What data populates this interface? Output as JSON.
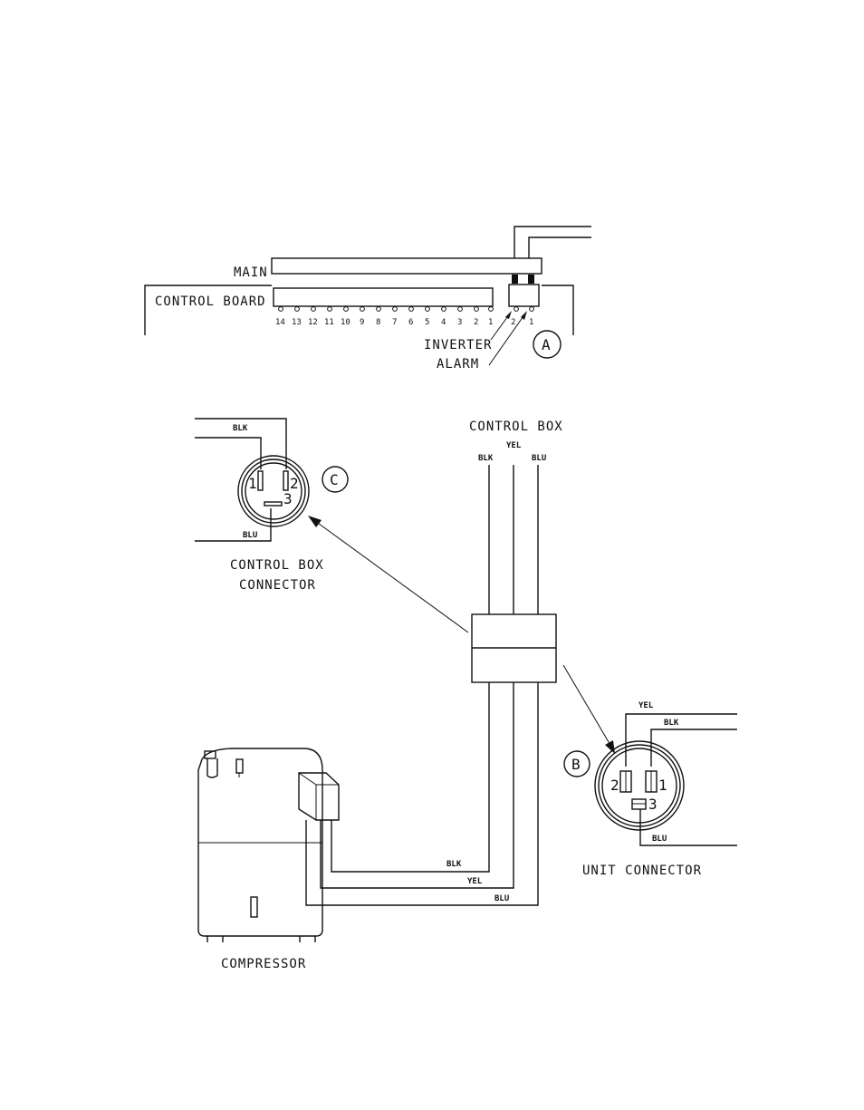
{
  "board": {
    "main_label": "MAIN",
    "control_board_label": "CONTROL BOARD",
    "pin_numbers": [
      "14",
      "13",
      "12",
      "11",
      "10",
      "9",
      "8",
      "7",
      "6",
      "5",
      "4",
      "3",
      "2",
      "1"
    ],
    "alarm_pins": [
      "2",
      "1"
    ],
    "inverter_label": "INVERTER",
    "alarm_label": "ALARM",
    "callout_a": "A"
  },
  "control_box": {
    "label": "CONTROL BOX",
    "wire_blk": "BLK",
    "wire_yel": "YEL",
    "wire_blu": "BLU"
  },
  "control_box_connector": {
    "callout_c": "C",
    "wire_blk": "BLK",
    "wire_blu": "BLU",
    "pin1": "1",
    "pin2": "2",
    "pin3": "3",
    "label_line1": "CONTROL BOX",
    "label_line2": "CONNECTOR"
  },
  "unit_connector": {
    "callout_b": "B",
    "wire_yel": "YEL",
    "wire_blk": "BLK",
    "wire_blu": "BLU",
    "pin1": "1",
    "pin2": "2",
    "pin3": "3",
    "label": "UNIT CONNECTOR"
  },
  "compressor": {
    "wire_blk": "BLK",
    "wire_yel": "YEL",
    "wire_blu": "BLU",
    "label": "COMPRESSOR"
  }
}
